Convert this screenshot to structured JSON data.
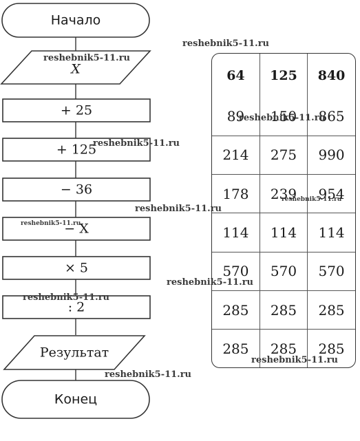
{
  "flowchart": {
    "start": "Начало",
    "input": "X",
    "steps": [
      "+ 25",
      "+ 125",
      "− 36",
      "− X",
      "× 5",
      ": 2"
    ],
    "output": "Результат",
    "end": "Конец"
  },
  "table": {
    "headers": [
      "64",
      "125",
      "840"
    ],
    "rows": [
      [
        "89",
        "150",
        "865"
      ],
      [
        "214",
        "275",
        "990"
      ],
      [
        "178",
        "239",
        "954"
      ],
      [
        "114",
        "114",
        "114"
      ],
      [
        "570",
        "570",
        "570"
      ],
      [
        "285",
        "285",
        "285"
      ],
      [
        "285",
        "285",
        "285"
      ]
    ]
  },
  "watermark": "reshebnik5-11.ru"
}
